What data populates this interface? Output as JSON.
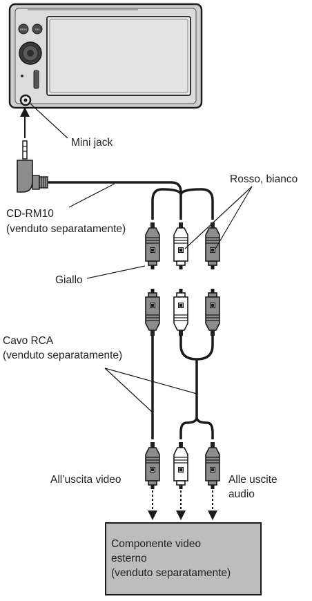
{
  "labels": {
    "mini_jack": "Mini jack",
    "cd_rm10_line1": "CD-RM10",
    "cd_rm10_line2": "(venduto separatamente)",
    "rosso_bianco": "Rosso, bianco",
    "giallo": "Giallo",
    "cavo_rca_line1": "Cavo RCA",
    "cavo_rca_line2": "(venduto separatamente)",
    "uscita_video": "All’uscita video",
    "uscite_audio_line1": "Alle uscite",
    "uscite_audio_line2": "audio"
  },
  "component_box": {
    "line1": "Componente video",
    "line2": "esterno",
    "line3": "(venduto separatamente)"
  },
  "colors": {
    "gray_plug": "#8c8c8c",
    "white_plug": "#ffffff",
    "cable": "#1a1a1a",
    "component_fill": "#bdbdbd",
    "head_unit_body": "#cfcfcf",
    "screen": "#e9e9e9"
  }
}
